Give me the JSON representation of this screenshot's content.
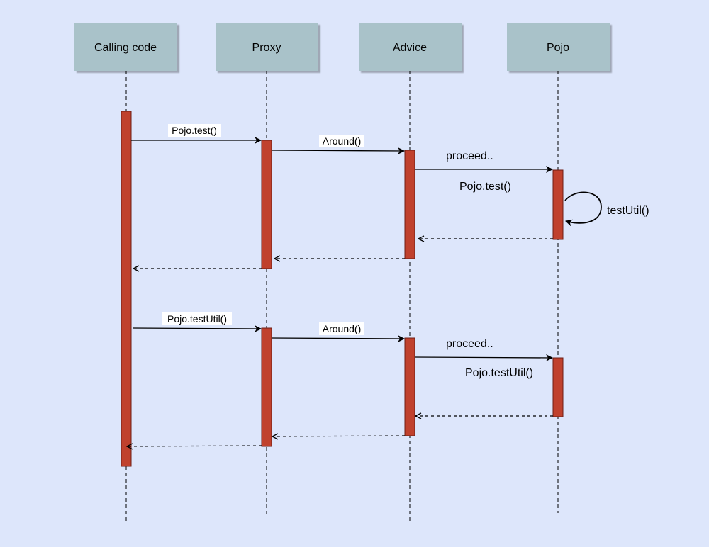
{
  "colors": {
    "background": "#dde6fb",
    "header_fill": "#a9c2c9",
    "activation_fill": "#c0412d",
    "line": "#000000"
  },
  "participants": [
    {
      "id": "calling",
      "label": "Calling code"
    },
    {
      "id": "proxy",
      "label": "Proxy"
    },
    {
      "id": "advice",
      "label": "Advice"
    },
    {
      "id": "pojo",
      "label": "Pojo"
    }
  ],
  "messages": {
    "call_test": "Pojo.test()",
    "around_1": "Around()",
    "proceed_1": "proceed..",
    "pojo_test": "Pojo.test()",
    "self_call": "testUtil()",
    "call_testutil": "Pojo.testUtil()",
    "around_2": "Around()",
    "proceed_2": "proceed..",
    "pojo_testutil": "Pojo.testUtil()"
  }
}
